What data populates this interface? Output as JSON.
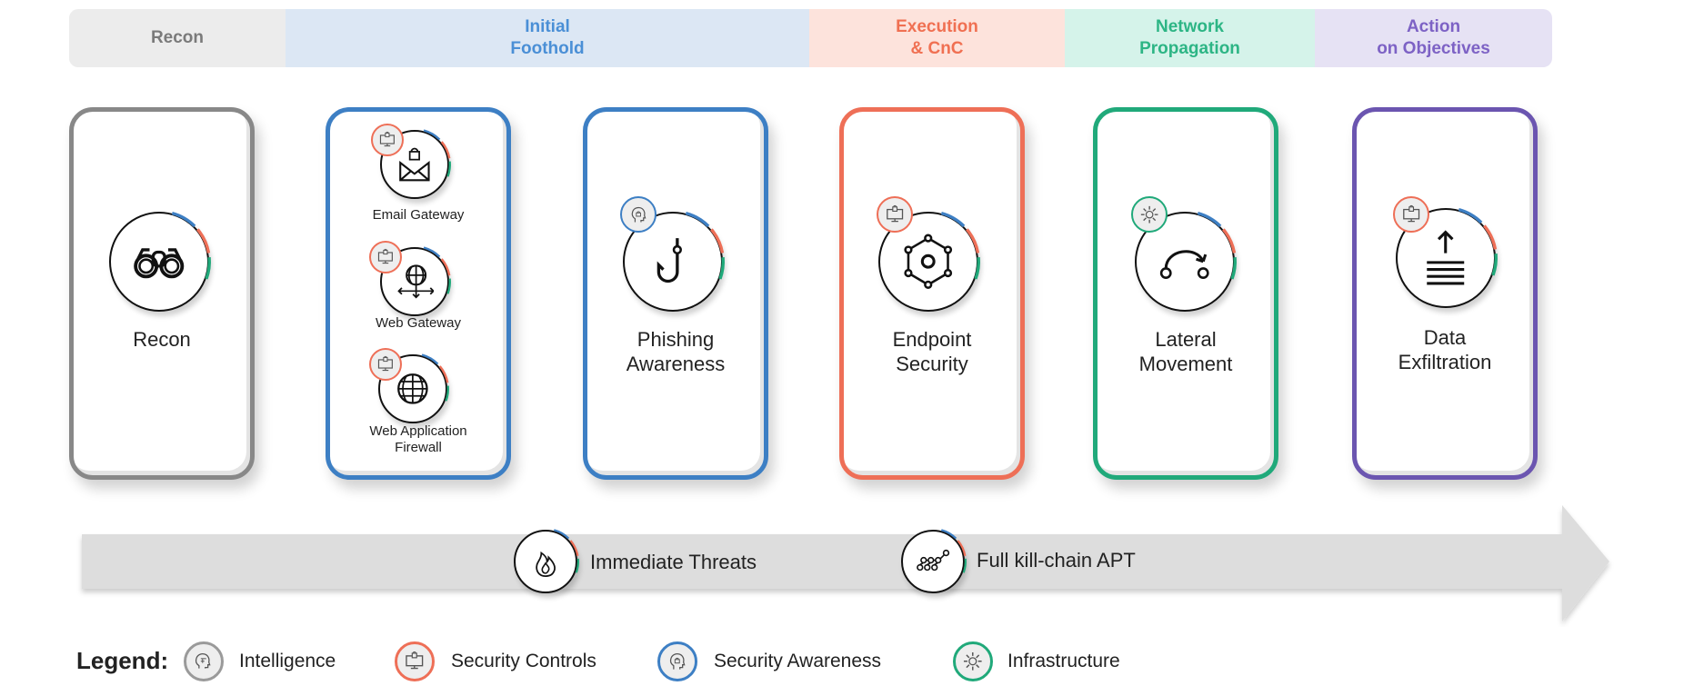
{
  "phases": [
    {
      "label": "Recon",
      "bg": "#ececec",
      "color": "#7a7a7a"
    },
    {
      "label": "Initial\nFoothold",
      "bg": "#dce7f4",
      "color": "#4a8fd6"
    },
    {
      "label": "Execution\n& CnC",
      "bg": "#fde3dc",
      "color": "#f07052"
    },
    {
      "label": "Network\nPropagation",
      "bg": "#d5f3ea",
      "color": "#2db585"
    },
    {
      "label": "Action\non Objectives",
      "bg": "#e6e2f4",
      "color": "#7d62c5"
    }
  ],
  "colors": {
    "recon": "#888888",
    "foothold": "#3d7fc4",
    "execution": "#ee6f57",
    "network": "#20a97a",
    "action": "#6b55b0",
    "intelligence": "#9a9a9a",
    "security_controls": "#ee6f57",
    "security_awareness": "#3d7fc4",
    "infrastructure": "#20a97a"
  },
  "cards": {
    "recon": {
      "label": "Recon",
      "icon": "binoculars-icon"
    },
    "foothold": {
      "items": [
        {
          "label": "Email Gateway",
          "icon": "envelope-lock-icon",
          "badge": "security-controls"
        },
        {
          "label": "Web Gateway",
          "icon": "globe-arrows-icon",
          "badge": "security-controls"
        },
        {
          "label": "Web Application\nFirewall",
          "icon": "globe-icon",
          "badge": "security-controls"
        }
      ]
    },
    "phishing": {
      "label": "Phishing\nAwareness",
      "icon": "fishing-hook-icon",
      "badge": "security-awareness"
    },
    "endpoint": {
      "label": "Endpoint\nSecurity",
      "icon": "hexagon-network-icon",
      "badge": "security-controls"
    },
    "lateral": {
      "label": "Lateral\nMovement",
      "icon": "lateral-arrow-icon",
      "badge": "infrastructure"
    },
    "exfil": {
      "label": "Data\nExfiltration",
      "icon": "upload-icon",
      "badge": "security-controls"
    }
  },
  "threats": [
    {
      "label": "Immediate Threats",
      "icon": "fire-icon"
    },
    {
      "label": "Full kill-chain APT",
      "icon": "chain-nodes-icon"
    }
  ],
  "legend": {
    "title": "Legend:",
    "items": [
      {
        "label": "Intelligence",
        "icon": "brain-icon"
      },
      {
        "label": "Security Controls",
        "icon": "monitor-lock-icon"
      },
      {
        "label": "Security Awareness",
        "icon": "head-lock-icon"
      },
      {
        "label": "Infrastructure",
        "icon": "gear-icon"
      }
    ]
  }
}
